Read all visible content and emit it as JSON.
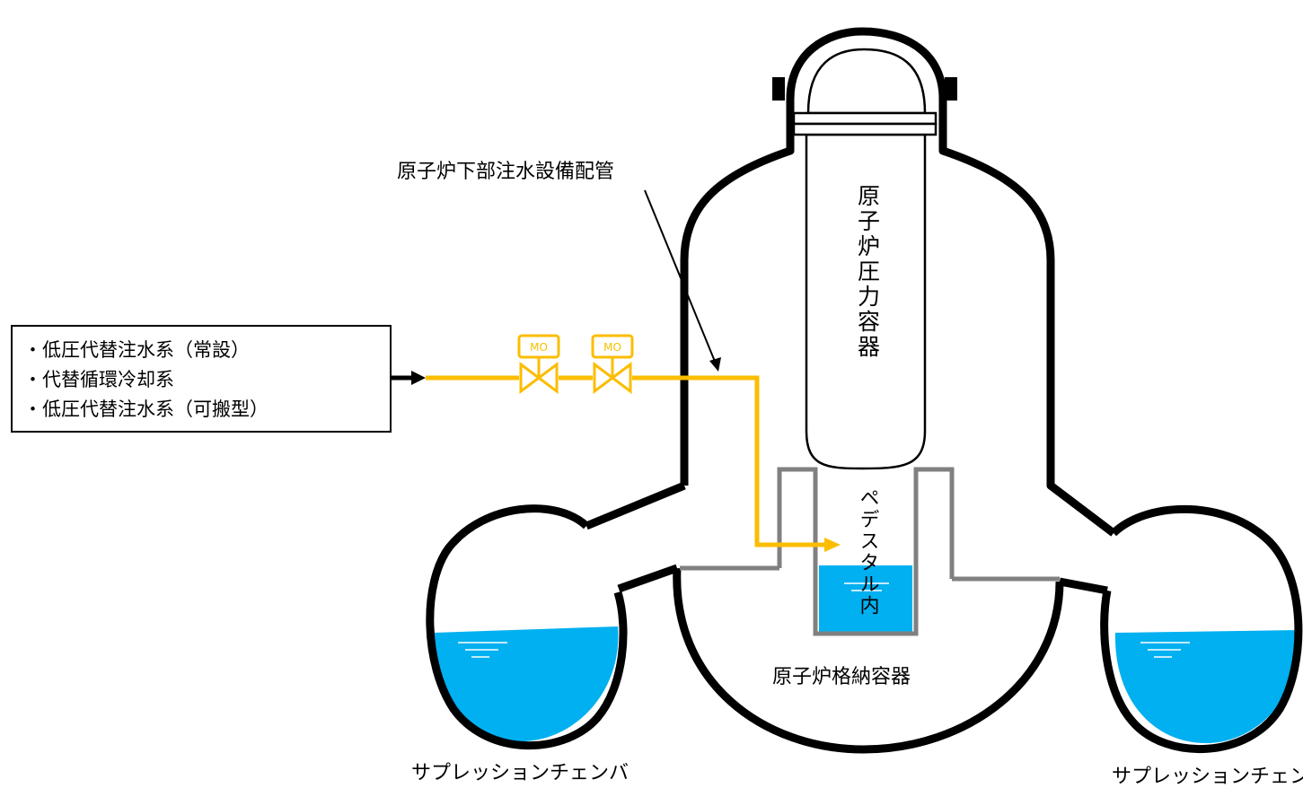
{
  "source_box": {
    "items": [
      "・低圧代替注水系（常設）",
      "・代替循環冷却系",
      "・低圧代替注水系（可搬型）"
    ]
  },
  "labels": {
    "piping": "原子炉下部注水設備配管",
    "vessel": "原子炉圧力容器",
    "pedestal": "ペデスタル内",
    "containment": "原子炉格納容器",
    "suppression_left": "サプレッションチェンバ",
    "suppression_right": "サプレッションチェンバ"
  },
  "valves": [
    {
      "label": "MO"
    },
    {
      "label": "MO"
    }
  ],
  "colors": {
    "pipe": "#fbbd00",
    "water": "#00b0f0",
    "wall": "#000000",
    "pedestal_wall": "#808080"
  }
}
